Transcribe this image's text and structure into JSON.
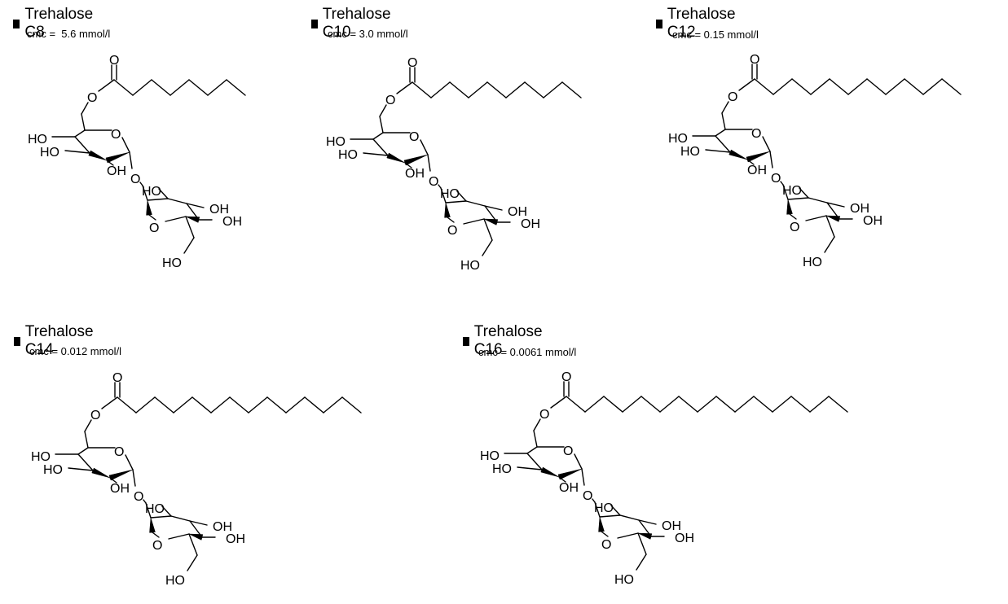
{
  "molecules": [
    {
      "title": "Trehalose C8",
      "cmc": "cmc =  5.6 mmol/l",
      "chain_carbons": 8
    },
    {
      "title": "Trehalose C10",
      "cmc": "cmc = 3.0 mmol/l",
      "chain_carbons": 10
    },
    {
      "title": "Trehalose C12",
      "cmc": "cmc = 0.15 mmol/l",
      "chain_carbons": 12
    },
    {
      "title": "Trehalose C14",
      "cmc": "cmc = 0.012 mmol/l",
      "chain_carbons": 14
    },
    {
      "title": "Trehalose C16",
      "cmc": "cmc = 0.0061 mmol/l",
      "chain_carbons": 16
    }
  ],
  "atom_labels": {
    "carbonyl_o": "O",
    "ester_o": "O",
    "ring_o": "O",
    "glycosidic_o": "O",
    "ho": "HO",
    "oh": "OH"
  },
  "colors": {
    "ink": "#000000",
    "background": "#ffffff"
  }
}
